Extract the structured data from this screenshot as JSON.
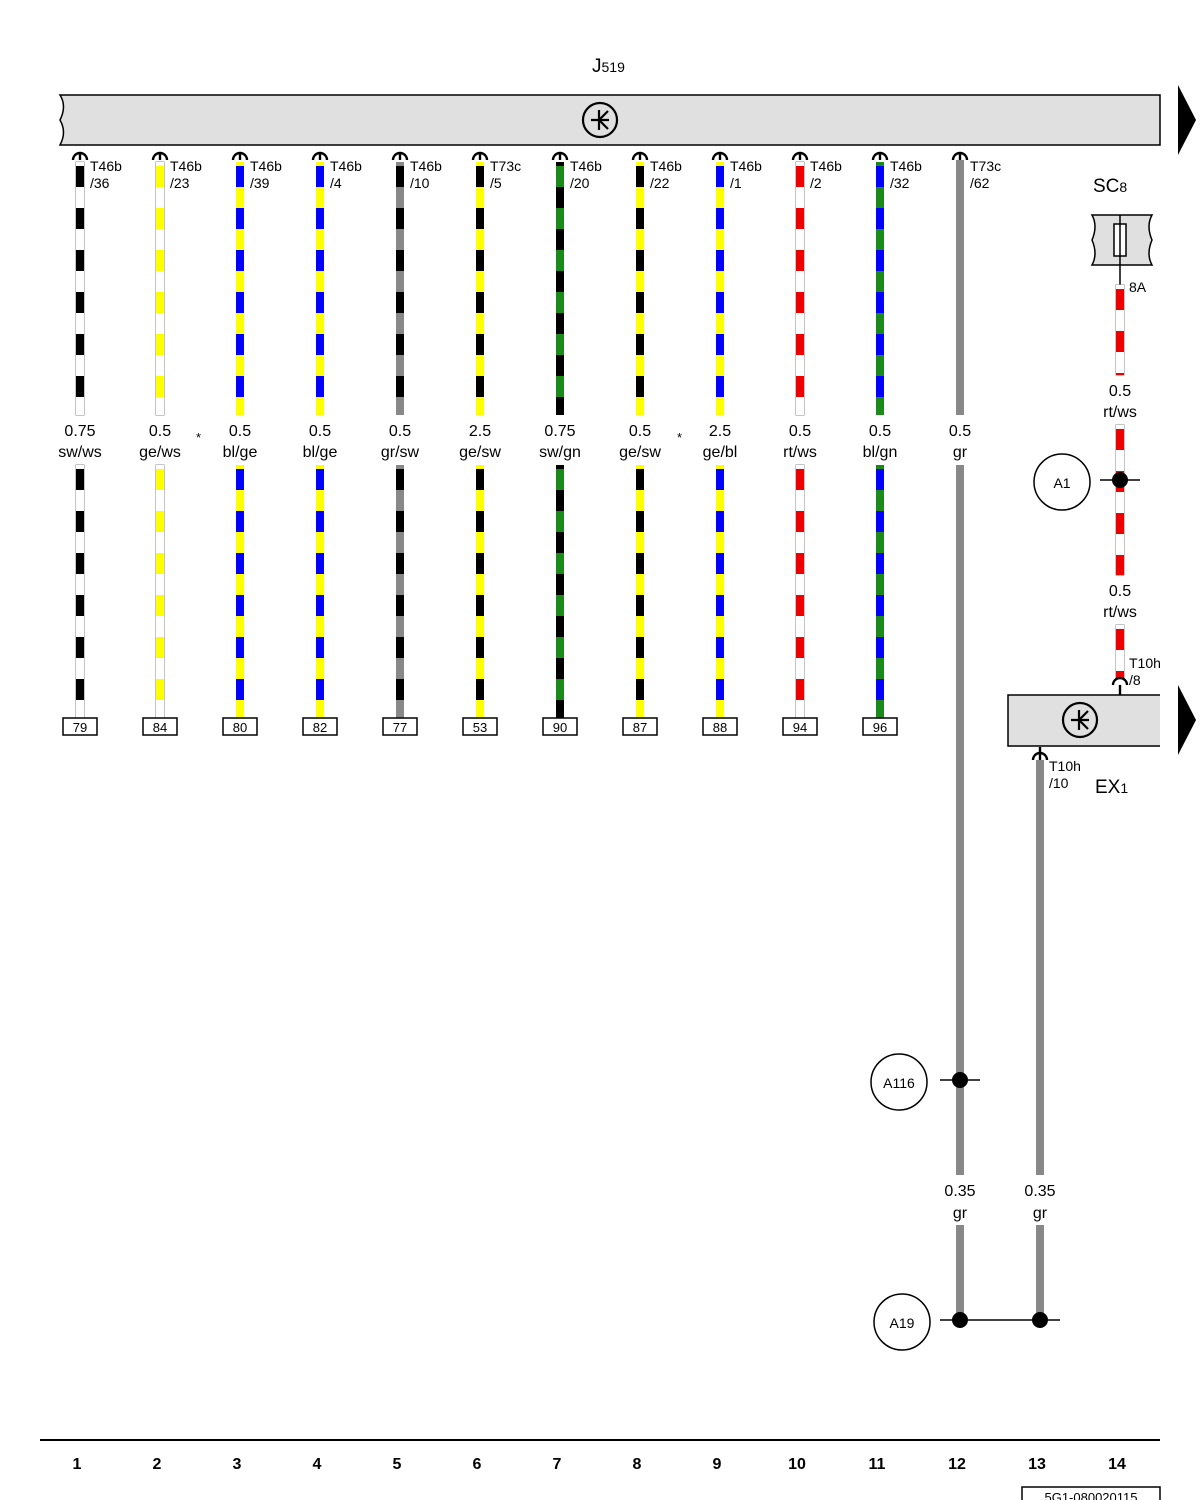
{
  "components": {
    "j519": {
      "label": "J",
      "sub": "519"
    },
    "sc8": {
      "label": "SC",
      "sub": "8",
      "rating": "8A"
    },
    "ex1": {
      "label": "EX",
      "sub": "1"
    }
  },
  "wires": [
    {
      "pin": "T46b",
      "pin2": "/36",
      "size": "0.75",
      "color_code": "sw/ws",
      "base": "#ffffff",
      "stripe": "#000000",
      "ref": "79",
      "star": false
    },
    {
      "pin": "T46b",
      "pin2": "/23",
      "size": "0.5",
      "color_code": "ge/ws",
      "base": "#ffffff",
      "stripe": "#ffff00",
      "ref": "84",
      "star": true
    },
    {
      "pin": "T46b",
      "pin2": "/39",
      "size": "0.5",
      "color_code": "bl/ge",
      "base": "#ffff00",
      "stripe": "#0000ff",
      "ref": "80",
      "star": false
    },
    {
      "pin": "T46b",
      "pin2": "/4",
      "size": "0.5",
      "color_code": "bl/ge",
      "base": "#ffff00",
      "stripe": "#0000ff",
      "ref": "82",
      "star": false
    },
    {
      "pin": "T46b",
      "pin2": "/10",
      "size": "0.5",
      "color_code": "gr/sw",
      "base": "#888888",
      "stripe": "#000000",
      "ref": "77",
      "star": false
    },
    {
      "pin": "T73c",
      "pin2": "/5",
      "size": "2.5",
      "color_code": "ge/sw",
      "base": "#ffff00",
      "stripe": "#000000",
      "ref": "53",
      "star": false
    },
    {
      "pin": "T46b",
      "pin2": "/20",
      "size": "0.75",
      "color_code": "sw/gn",
      "base": "#000000",
      "stripe": "#1a8a1a",
      "ref": "90",
      "star": false
    },
    {
      "pin": "T46b",
      "pin2": "/22",
      "size": "0.5",
      "color_code": "ge/sw",
      "base": "#ffff00",
      "stripe": "#000000",
      "ref": "87",
      "star": true
    },
    {
      "pin": "T46b",
      "pin2": "/1",
      "size": "2.5",
      "color_code": "ge/bl",
      "base": "#ffff00",
      "stripe": "#0000ff",
      "ref": "88",
      "star": false
    },
    {
      "pin": "T46b",
      "pin2": "/2",
      "size": "0.5",
      "color_code": "rt/ws",
      "base": "#ffffff",
      "stripe": "#ee0000",
      "ref": "94",
      "star": false
    },
    {
      "pin": "T46b",
      "pin2": "/32",
      "size": "0.5",
      "color_code": "bl/gn",
      "base": "#1a8a1a",
      "stripe": "#0000ff",
      "ref": "96",
      "star": false
    }
  ],
  "wire12": {
    "pin": "T73c",
    "pin2": "/62",
    "size_top": "0.5",
    "color_top": "gr",
    "size_bottom": "0.35",
    "color_bottom": "gr",
    "base": "#888888"
  },
  "wire13": {
    "pin": "T10h",
    "pin2": "/10",
    "size": "0.35",
    "color_code": "gr",
    "base": "#888888"
  },
  "wire14": {
    "pin": "T10h",
    "pin2": "/8",
    "segment1": {
      "size": "0.5",
      "color_code": "rt/ws"
    },
    "segment2": {
      "size": "0.5",
      "color_code": "rt/ws"
    },
    "base": "#ffffff",
    "stripe": "#ee0000"
  },
  "splices": {
    "a1": "A1",
    "a116": "A116",
    "a19": "A19"
  },
  "asterisk": "*",
  "columns": [
    "1",
    "2",
    "3",
    "4",
    "5",
    "6",
    "7",
    "8",
    "9",
    "10",
    "11",
    "12",
    "13",
    "14"
  ],
  "doc_number": "5G1-080020115",
  "colors": {
    "component_fill": "#e0e0e0",
    "line": "#000000"
  }
}
